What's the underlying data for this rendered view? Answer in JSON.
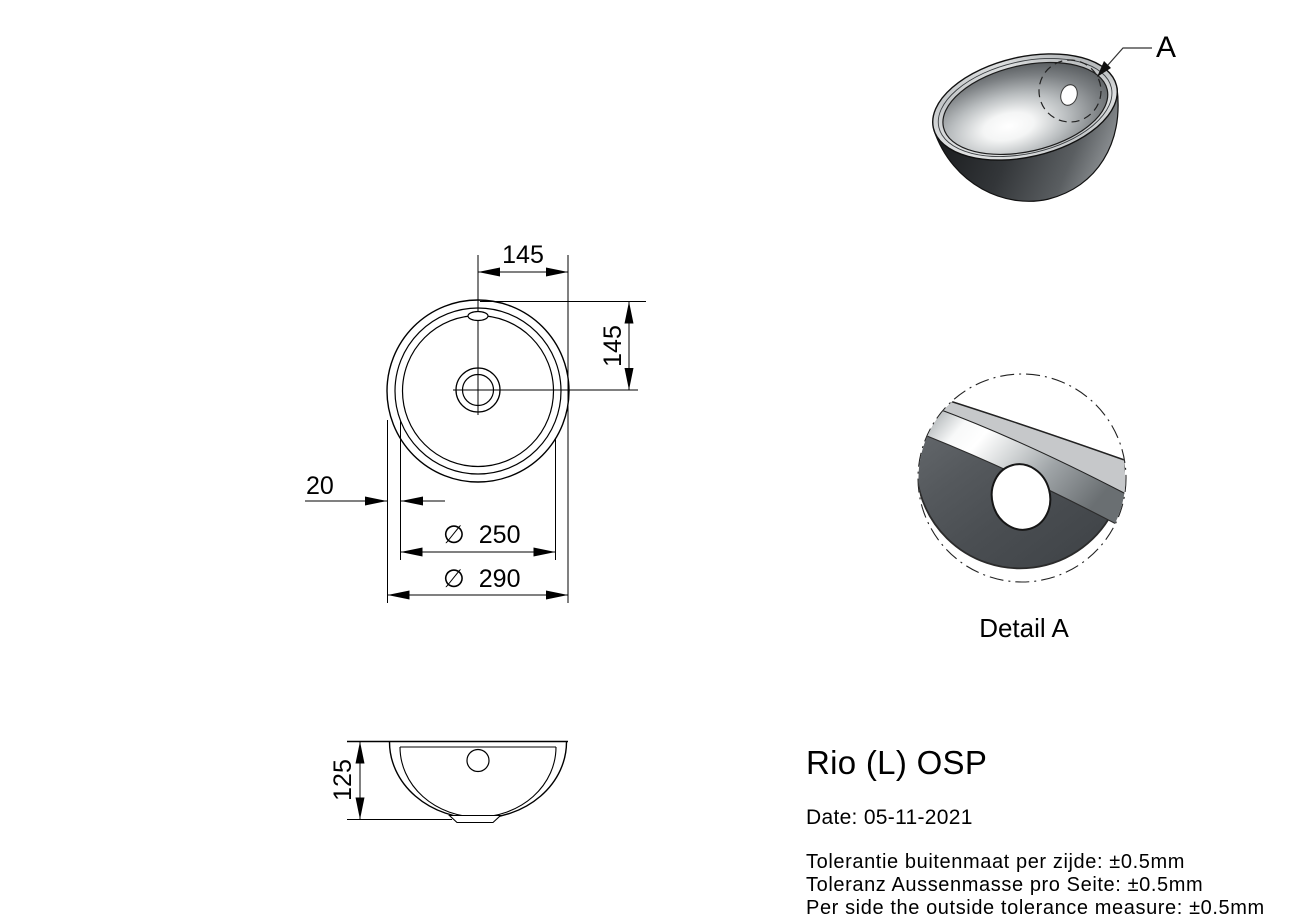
{
  "document": {
    "product_title": "Rio (L) OSP",
    "date": "Date: 05-11-2021",
    "tolerance_lines": [
      "Tolerantie buitenmaat per zijde: ±0.5mm",
      "Toleranz Aussenmasse pro Seite: ±0.5mm",
      "Per side the outside tolerance measure: ±0.5mm"
    ]
  },
  "views": {
    "top_view": {
      "dim_width_top": "145",
      "dim_height_right": "145",
      "dim_rim_width": "20",
      "diameter_symbol": "∅",
      "dim_inner_diameter": "250",
      "dim_outer_diameter": "290"
    },
    "side_view": {
      "dim_depth": "125"
    },
    "iso_view": {
      "detail_marker": "A"
    },
    "detail_view": {
      "caption": "Detail A"
    }
  },
  "colors": {
    "line": "#000000",
    "flat_rim_gray": "#c6c8ca",
    "bowl_dark": "#4a4e52",
    "background": "#ffffff"
  }
}
